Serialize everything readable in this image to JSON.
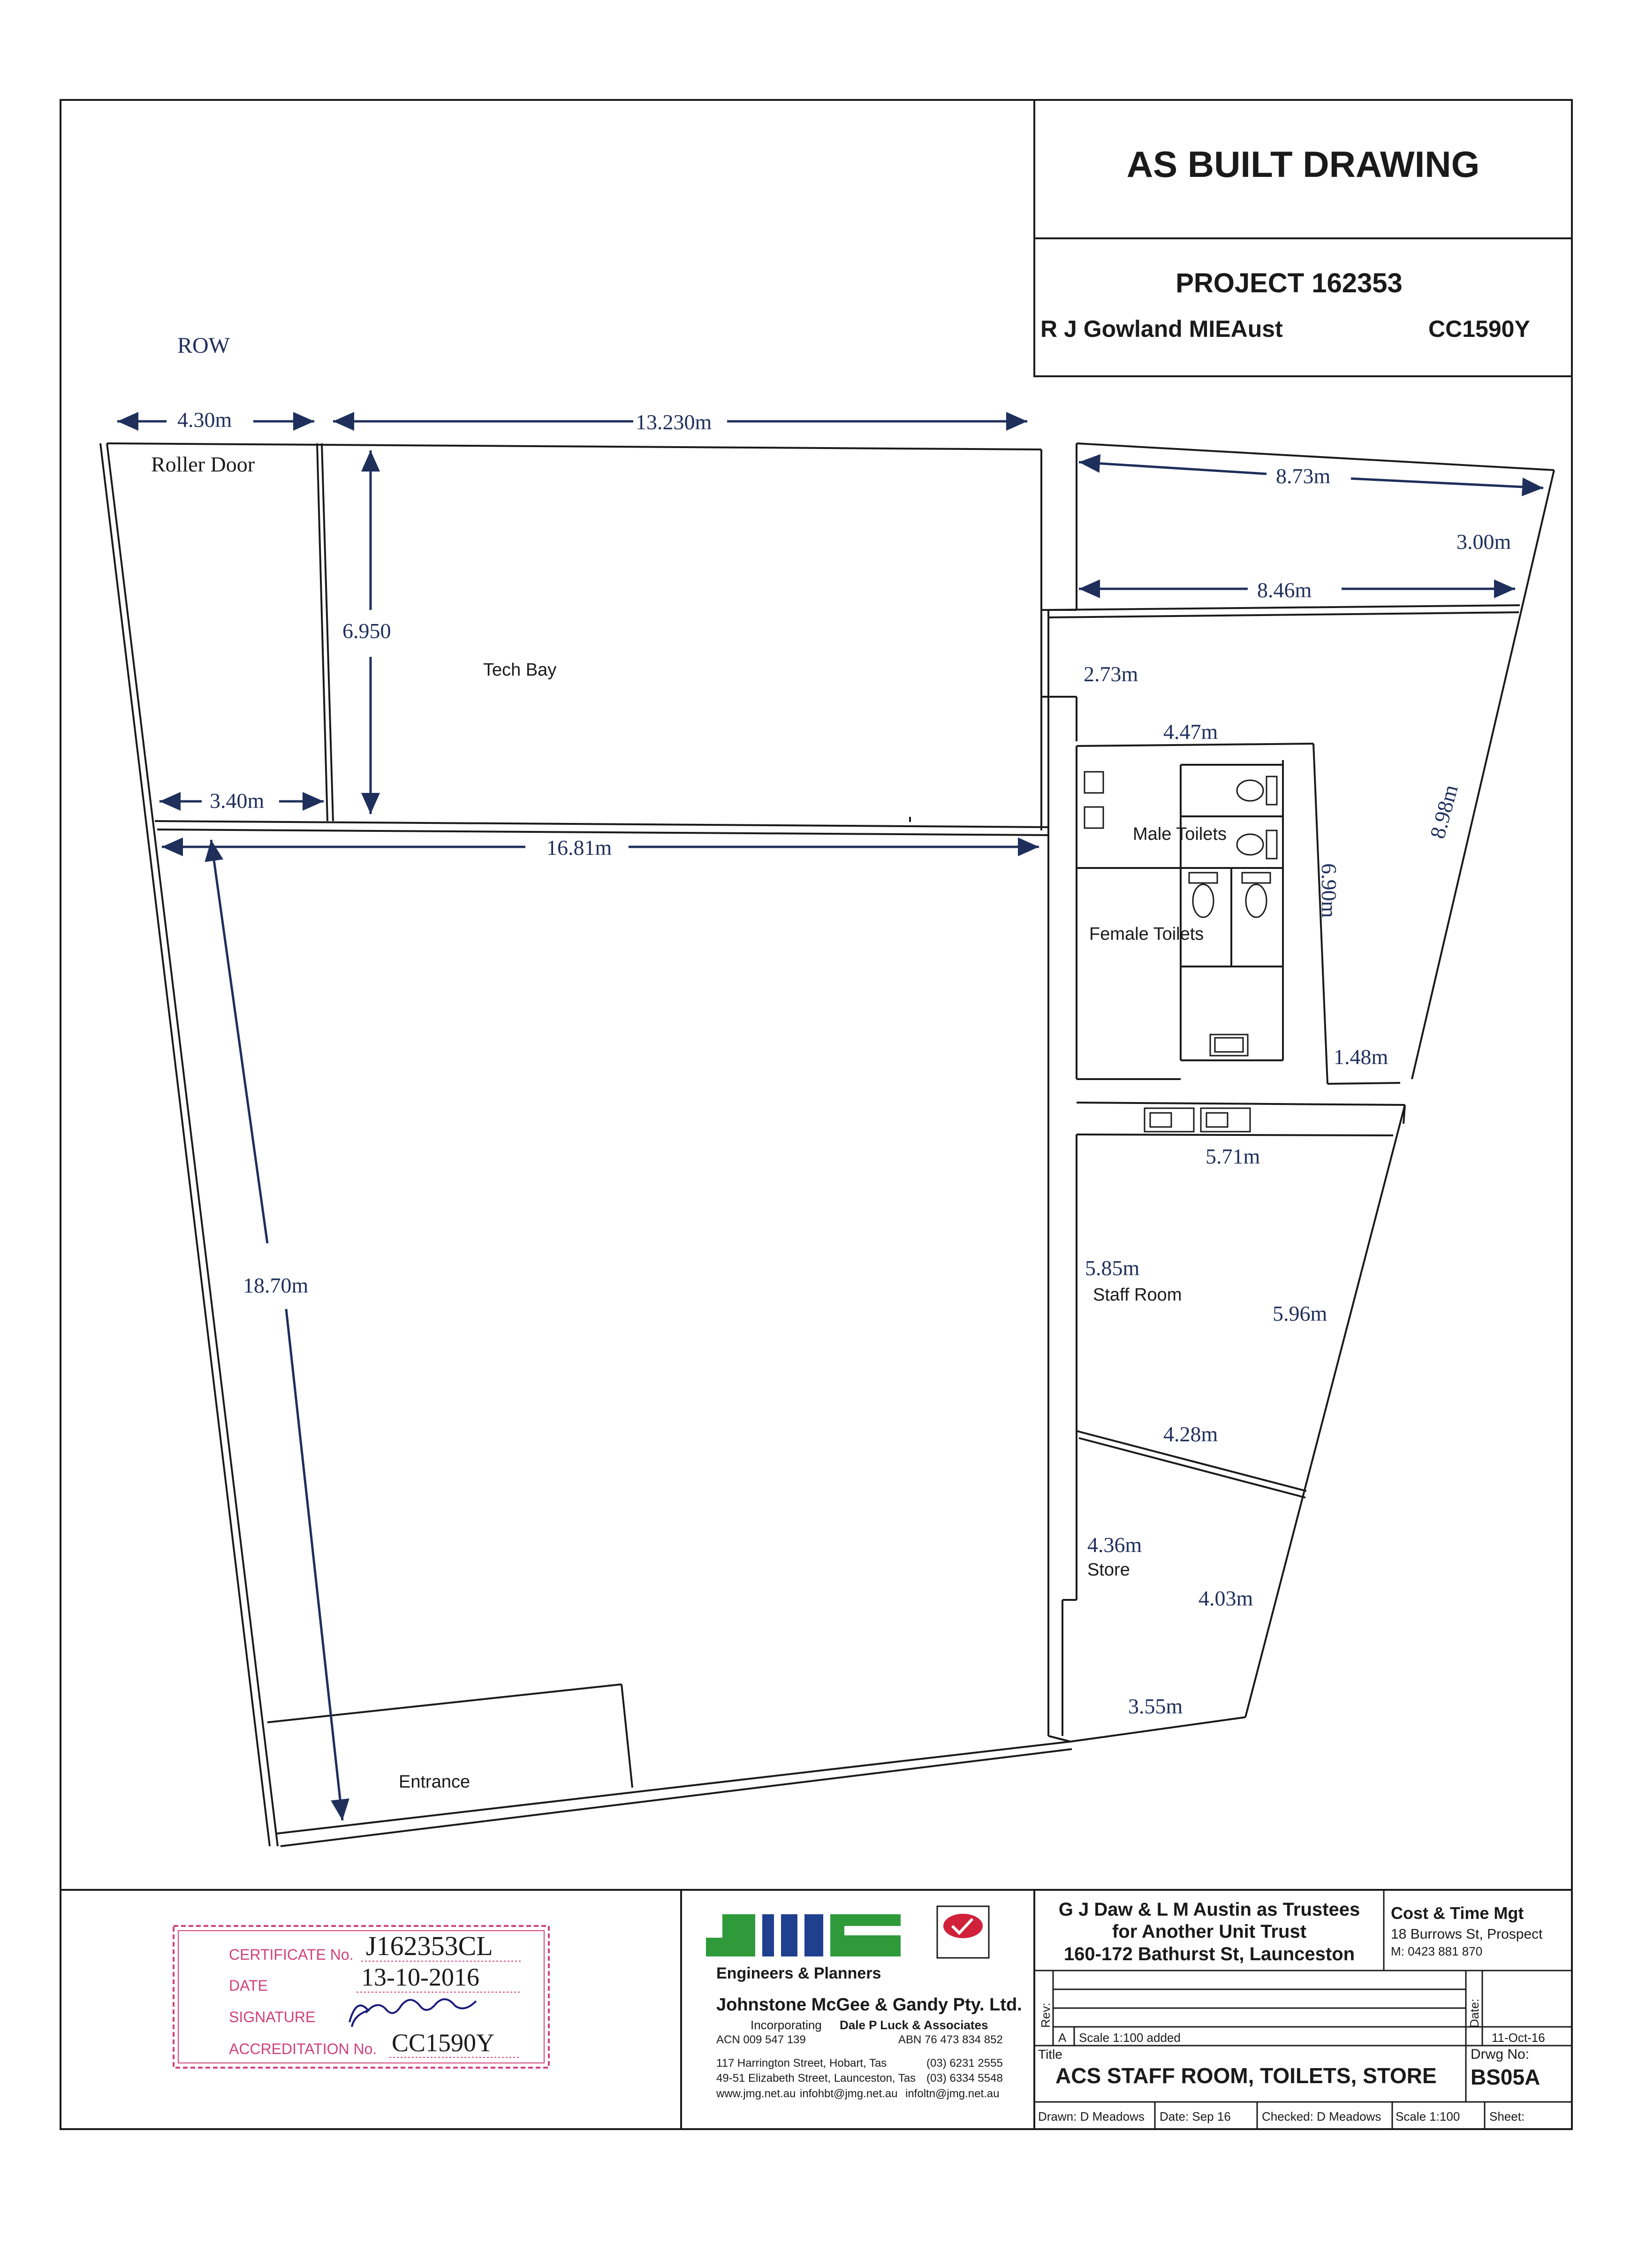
{
  "header": {
    "as_built": "AS BUILT DRAWING",
    "project": "PROJECT 162353",
    "engineer": "R J Gowland MIEAust",
    "accreditation": "CC1590Y"
  },
  "labels": {
    "row": "ROW",
    "roller_door": "Roller Door",
    "tech_bay": "Tech Bay",
    "male_toilets": "Male Toilets",
    "female_toilets": "Female Toilets",
    "staff_room": "Staff Room",
    "store": "Store",
    "entrance": "Entrance"
  },
  "dimensions": {
    "d_430": "4.30m",
    "d_13230": "13.230m",
    "d_873": "8.73m",
    "d_300": "3.00m",
    "d_846": "8.46m",
    "d_6950": "6.950",
    "d_273": "2.73m",
    "d_447": "4.47m",
    "d_340": "3.40m",
    "d_1681": "16.81m",
    "d_898": "8.98m",
    "d_690": "6.90m",
    "d_148": "1.48m",
    "d_571": "5.71m",
    "d_1870": "18.70m",
    "d_585": "5.85m",
    "d_596": "5.96m",
    "d_428": "4.28m",
    "d_436": "4.36m",
    "d_403": "4.03m",
    "d_355": "3.55m"
  },
  "stamp": {
    "certificate_label": "CERTIFICATE No.",
    "certificate_value": "J162353CL",
    "date_label": "DATE",
    "date_value": "13-10-2016",
    "signature_label": "SIGNATURE",
    "accreditation_label": "ACCREDITATION No.",
    "accreditation_value": "CC1590Y"
  },
  "company": {
    "logo_text": "JMG",
    "tagline": "Engineers & Planners",
    "name": "Johnstone McGee & Gandy Pty. Ltd.",
    "incorporating_prefix": "Incorporating",
    "incorporating_name": "Dale P Luck & Associates",
    "acn": "ACN 009 547 139",
    "abn": "ABN 76 473 834 852",
    "addr1": "117 Harrington Street, Hobart, Tas",
    "phone1": "(03) 6231 2555",
    "addr2": "49-51 Elizabeth Street, Launceston, Tas",
    "phone2": "(03) 6334 5548",
    "web": "www.jmg.net.au",
    "email1": "infohbt@jmg.net.au",
    "email2": "infoltn@jmg.net.au"
  },
  "client": {
    "line1": "G J Daw & L M Austin as Trustees",
    "line2": "for Another Unit Trust",
    "line3": "160-172 Bathurst St, Launceston"
  },
  "cost": {
    "title": "Cost & Time Mgt",
    "address": "18 Burrows St, Prospect",
    "mobile": "M:  0423 881 870"
  },
  "revision": {
    "rev_label": "Rev:",
    "rev_a": "A",
    "rev_a_desc": "Scale 1:100 added",
    "date_label": "Date:",
    "date_value": "11-Oct-16"
  },
  "title_block": {
    "title_label": "Title",
    "title": "ACS STAFF ROOM, TOILETS, STORE",
    "drwg_label": "Drwg No:",
    "drwg_no": "BS05A",
    "drawn": "Drawn: D Meadows",
    "date": "Date: Sep 16",
    "checked": "Checked: D Meadows",
    "scale": "Scale 1:100",
    "sheet": "Sheet:"
  },
  "colors": {
    "line": "#1a1a1a",
    "dim": "#1f2f5c",
    "stamp": "#d0417a",
    "ink": "#1a1a7a",
    "logo_green": "#2f9a3a",
    "logo_blue": "#1f3f8f"
  }
}
